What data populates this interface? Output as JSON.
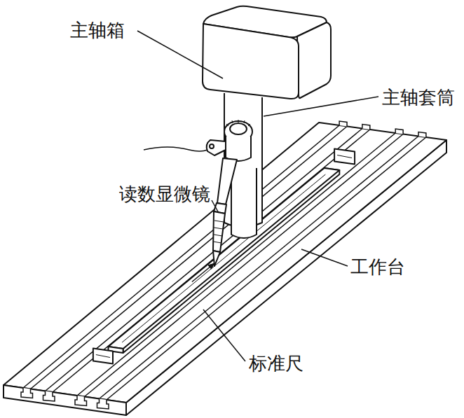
{
  "diagram": {
    "labels": [
      "主轴箱",
      "主轴套筒",
      "读数显微镜",
      "工作台",
      "标准尺"
    ]
  }
}
